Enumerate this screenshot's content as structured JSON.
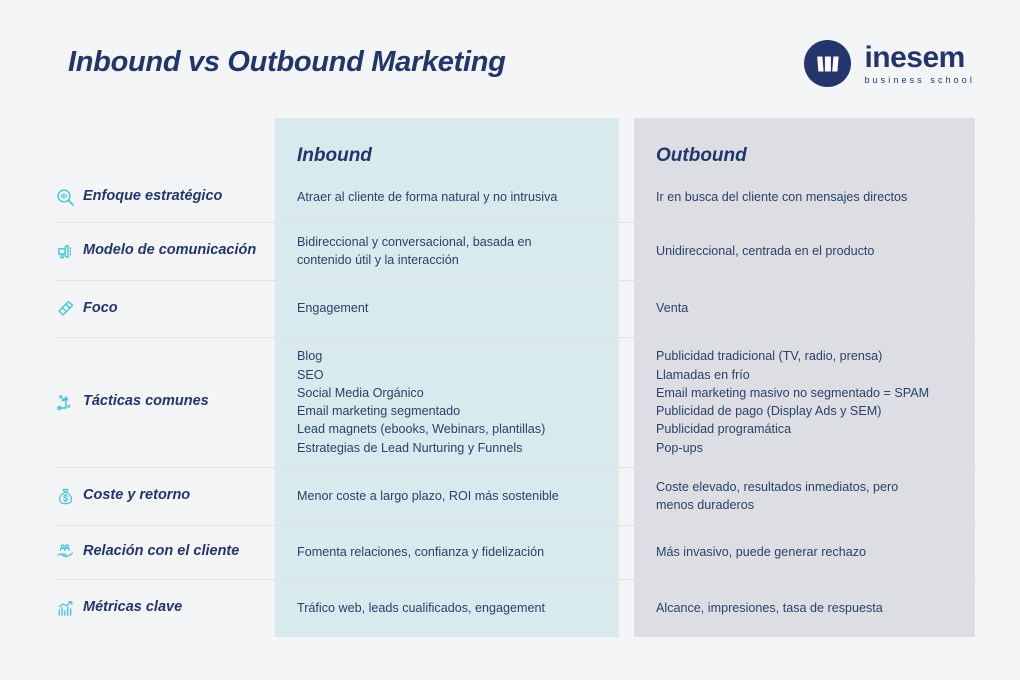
{
  "header": {
    "title": "Inbound vs Outbound Marketing",
    "logo": {
      "mark_icon": "inesem-monogram-icon",
      "name": "inesem",
      "tagline": "business school",
      "color": "#23356b"
    }
  },
  "table": {
    "columns": {
      "inbound_heading": "Inbound",
      "outbound_heading": "Outbound",
      "inbound_color": "#d8eaee",
      "outbound_color": "#dcdee3"
    },
    "rows": [
      {
        "icon": "magnifier-analysis-icon",
        "label": "Enfoque estratégico",
        "inbound": [
          "Atraer al cliente de forma natural y no intrusiva"
        ],
        "outbound": [
          "Ir en busca del cliente con mensajes directos"
        ]
      },
      {
        "icon": "megaphone-icon",
        "label": "Modelo de comunicación",
        "inbound": [
          "Bidireccional y conversacional, basada en",
          "contenido útil y la interacción"
        ],
        "outbound": [
          "Unidireccional, centrada en el producto"
        ]
      },
      {
        "icon": "flashlight-icon",
        "label": "Foco",
        "inbound": [
          "Engagement"
        ],
        "outbound": [
          "Venta"
        ]
      },
      {
        "icon": "strategy-path-icon",
        "label": "Tácticas comunes",
        "inbound": [
          "Blog",
          "SEO",
          "Social Media Orgánico",
          "Email marketing segmentado",
          "Lead magnets (ebooks, Webinars, plantillas)",
          "Estrategias de Lead Nurturing y Funnels"
        ],
        "outbound": [
          "Publicidad tradicional (TV, radio, prensa)",
          "Llamadas en frío",
          "Email marketing masivo no segmentado = SPAM",
          "Publicidad de pago (Display Ads y SEM)",
          "Publicidad programática",
          "Pop-ups"
        ]
      },
      {
        "icon": "money-bag-icon",
        "label": "Coste y retorno",
        "inbound": [
          "Menor coste a largo plazo, ROI más sostenible"
        ],
        "outbound": [
          "Coste elevado, resultados inmediatos, pero",
          "menos duraderos"
        ]
      },
      {
        "icon": "hand-people-icon",
        "label": "Relación con el cliente",
        "inbound": [
          "Fomenta relaciones, confianza y fidelización"
        ],
        "outbound": [
          "Más invasivo, puede generar rechazo"
        ]
      },
      {
        "icon": "bar-chart-trend-icon",
        "label": "Métricas clave",
        "inbound": [
          "Tráfico web, leads cualificados, engagement"
        ],
        "outbound": [
          "Alcance, impresiones, tasa de respuesta"
        ]
      }
    ]
  },
  "theme": {
    "page_background": "#f4f5f6",
    "navy": "#23356b",
    "body_text": "#2b4269",
    "icon_accent": "#3fc4dd",
    "separator": "#e0e2e6"
  }
}
